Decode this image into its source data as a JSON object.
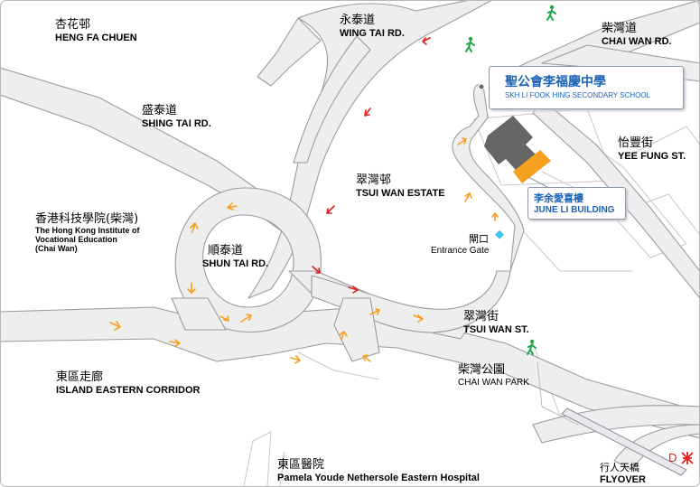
{
  "school": {
    "name_zh": "聖公會李福慶中學",
    "name_en": "SKH LI FOOK HING SECONDARY SCHOOL"
  },
  "building": {
    "name_zh": "李余愛喜樓",
    "name_en": "JUNE LI BUILDING"
  },
  "places": {
    "heng_fa_chuen": {
      "zh": "杏花邨",
      "en": "HENG FA CHUEN"
    },
    "wing_tai_rd": {
      "zh": "永泰道",
      "en": "WING TAI RD."
    },
    "chai_wan_rd": {
      "zh": "柴灣道",
      "en": "CHAI WAN RD."
    },
    "shing_tai_rd": {
      "zh": "盛泰道",
      "en": "SHING TAI RD."
    },
    "yee_fung_st": {
      "zh": "怡豐街",
      "en": "YEE FUNG ST."
    },
    "tsui_wan_estate": {
      "zh": "翠灣邨",
      "en": "TSUI WAN ESTATE"
    },
    "ive": {
      "zh": "香港科技學院(柴灣)",
      "en_lines": [
        "The Hong Kong Institute of",
        "Vocational Education",
        "(Chai Wan)"
      ]
    },
    "shun_tai_rd": {
      "zh": "順泰道",
      "en": "SHUN TAI RD."
    },
    "entrance_gate": {
      "zh": "閘口",
      "en": "Entrance Gate"
    },
    "tsui_wan_st": {
      "zh": "翠灣街",
      "en": "TSUI WAN ST."
    },
    "island_eastern_corridor": {
      "zh": "東區走廊",
      "en": "ISLAND EASTERN CORRIDOR"
    },
    "chai_wan_park": {
      "zh": "柴灣公園",
      "en": "CHAI WAN PARK"
    },
    "eastern_hospital": {
      "zh": "東區醫院",
      "en": "Pamela Youde Nethersole Eastern Hospital"
    },
    "flyover": {
      "zh": "行人天橋",
      "en": "FLYOVER"
    }
  },
  "mtr": {
    "exit": "D"
  },
  "colors": {
    "road_fill": "#eeeeee",
    "road_edge": "#9c9c9c",
    "school_building": "#666666",
    "june_li_building": "#f5a01e",
    "callout_text": "#1b63b5",
    "arrow_orange": "#f5a01e",
    "arrow_red": "#e02020",
    "walker": "#22a64a",
    "mtr": "#e02020"
  },
  "icons": [
    "walking-person-icon",
    "mtr-logo-icon",
    "entrance-marker-icon",
    "direction-arrow-icon"
  ]
}
